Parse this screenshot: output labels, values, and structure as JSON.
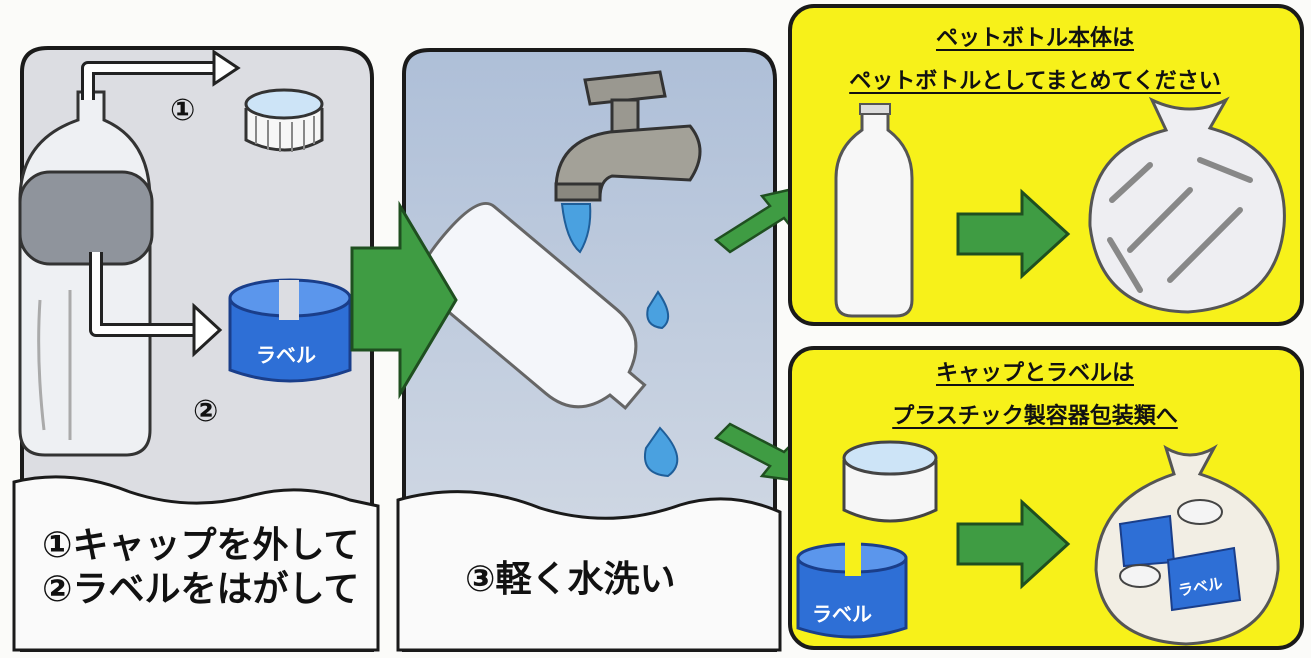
{
  "panel1": {
    "step1_number": "①",
    "step2_number": "②",
    "label_band_text": "ラベル",
    "caption_line1": "①キャップを外して",
    "caption_line2": "②ラベルをはがして"
  },
  "panel2": {
    "caption": "③軽く水洗い"
  },
  "panel3": {
    "title_line1": "ペットボトル本体は",
    "title_line2": "ペットボトルとしてまとめてください"
  },
  "panel4": {
    "title_line1": "キャップとラベルは",
    "title_line2": "プラスチック製容器包装類へ",
    "label_band_text": "ラベル",
    "bag_label_text": "ラベル"
  },
  "colors": {
    "arrow_green": "#3f9c43",
    "panel_yellow": "#f7f11a",
    "label_blue": "#2e6fd6",
    "water_blue": "#4aa1e0",
    "panel_gray": "#dfe0e4",
    "panel_blue": "#c2cee0"
  }
}
